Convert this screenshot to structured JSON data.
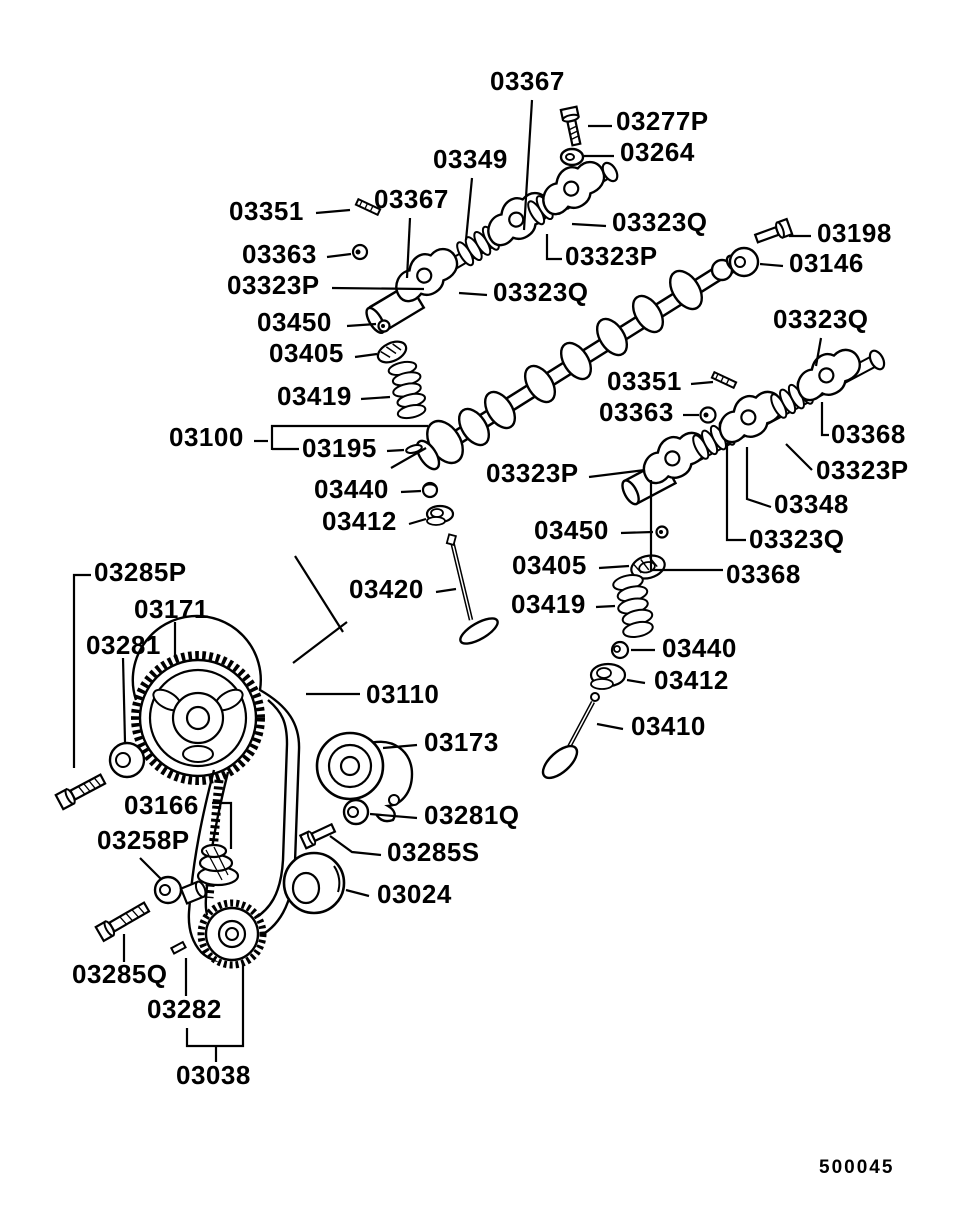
{
  "diagram": {
    "code": "500045",
    "labels": [
      {
        "text": "03367"
      },
      {
        "text": "03277P"
      },
      {
        "text": "03264"
      },
      {
        "text": "03349"
      },
      {
        "text": "03367"
      },
      {
        "text": "03351"
      },
      {
        "text": "03323Q"
      },
      {
        "text": "03363"
      },
      {
        "text": "03198"
      },
      {
        "text": "03323P"
      },
      {
        "text": "03146"
      },
      {
        "text": "03323P"
      },
      {
        "text": "03323Q"
      },
      {
        "text": "03323Q"
      },
      {
        "text": "03450"
      },
      {
        "text": "03405"
      },
      {
        "text": "03351"
      },
      {
        "text": "03419"
      },
      {
        "text": "03363"
      },
      {
        "text": "03368"
      },
      {
        "text": "03100"
      },
      {
        "text": "03195"
      },
      {
        "text": "03323P"
      },
      {
        "text": "03323P"
      },
      {
        "text": "03440"
      },
      {
        "text": "03348"
      },
      {
        "text": "03412"
      },
      {
        "text": "03450"
      },
      {
        "text": "03323Q"
      },
      {
        "text": "03405"
      },
      {
        "text": "03368"
      },
      {
        "text": "03285P"
      },
      {
        "text": "03420"
      },
      {
        "text": "03419"
      },
      {
        "text": "03171"
      },
      {
        "text": "03281"
      },
      {
        "text": "03440"
      },
      {
        "text": "03412"
      },
      {
        "text": "03110"
      },
      {
        "text": "03410"
      },
      {
        "text": "03173"
      },
      {
        "text": "03166"
      },
      {
        "text": "03281Q"
      },
      {
        "text": "03258P"
      },
      {
        "text": "03285S"
      },
      {
        "text": "03024"
      },
      {
        "text": "03285Q"
      },
      {
        "text": "03282"
      },
      {
        "text": "03038"
      }
    ]
  }
}
